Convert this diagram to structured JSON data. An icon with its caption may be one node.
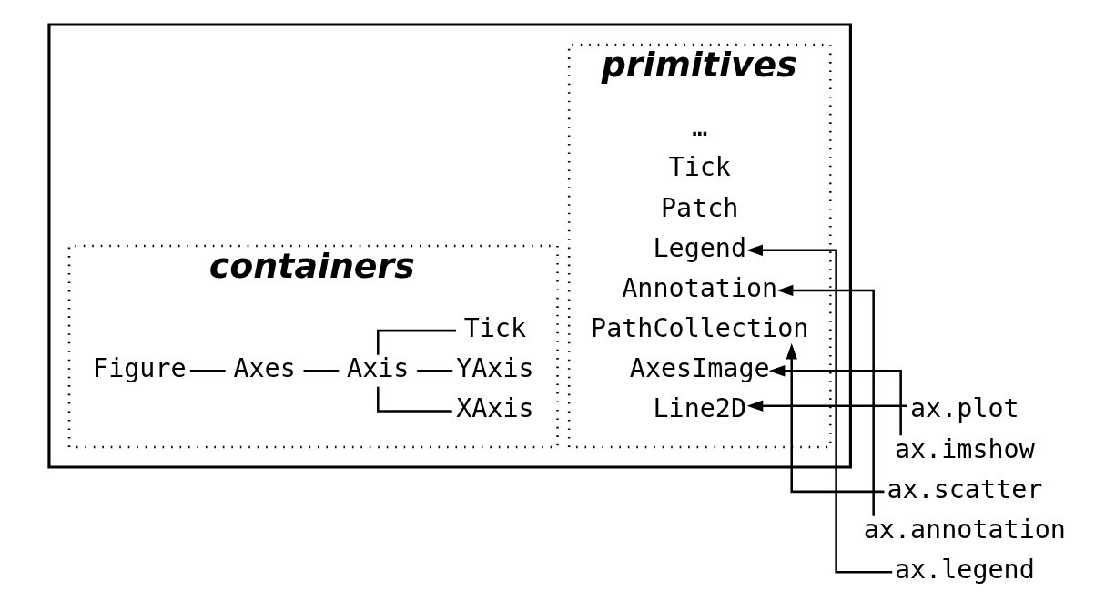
{
  "diagram": {
    "nodes": [
      {
        "text": [],
        "shape": "box"
      },
      {
        "text": [
          "containers"
        ],
        "in": 0
      },
      {
        "text": [
          "Figure"
        ],
        "in": 1
      },
      {
        "text": [
          "Axes"
        ],
        "in": 1
      },
      {
        "text": [
          "Axis"
        ],
        "in": 1
      },
      {
        "text": [
          "XAxis"
        ],
        "in": 1
      },
      {
        "text": [
          "YAxis"
        ],
        "in": 1
      },
      {
        "text": [
          "Tick"
        ],
        "in": 1
      },
      {
        "text": [
          "primitives"
        ],
        "in": 0
      },
      {
        "text": [
          "Line2D"
        ],
        "in": 8
      },
      {
        "text": [
          "AxesImage"
        ],
        "in": 8
      },
      {
        "text": [
          "PathCollection"
        ],
        "in": 8
      },
      {
        "text": [
          "Annotation"
        ],
        "in": 8
      },
      {
        "text": [
          "Legend"
        ],
        "in": 8
      },
      {
        "text": [
          "Patch"
        ],
        "in": 8
      },
      {
        "text": [
          "Tick"
        ],
        "in": 8
      },
      {
        "text": [
          "…"
        ],
        "in": 8
      },
      {
        "text": [
          "ax.plot"
        ]
      },
      {
        "text": [
          "ax.imshow"
        ]
      },
      {
        "text": [
          "ax.scatter"
        ]
      },
      {
        "text": [
          "ax.annotation"
        ]
      },
      {
        "text": [
          "ax.legend"
        ]
      }
    ],
    "edges": [
      {
        "from": 2,
        "to": 3,
        "arrow": "none"
      },
      {
        "from": 3,
        "to": 4,
        "arrow": "none"
      },
      {
        "from": 4,
        "to": 5,
        "arrow": "none"
      },
      {
        "from": 4,
        "to": 6,
        "arrow": "none"
      },
      {
        "from": 4,
        "to": 7,
        "arrow": "none"
      },
      {
        "from": 17,
        "to": 9,
        "arrow": "to"
      },
      {
        "from": 18,
        "to": 10,
        "arrow": "to"
      },
      {
        "from": 19,
        "to": 11,
        "arrow": "to"
      },
      {
        "from": 20,
        "to": 12,
        "arrow": "to"
      },
      {
        "from": 21,
        "to": 13,
        "arrow": "to"
      }
    ]
  }
}
